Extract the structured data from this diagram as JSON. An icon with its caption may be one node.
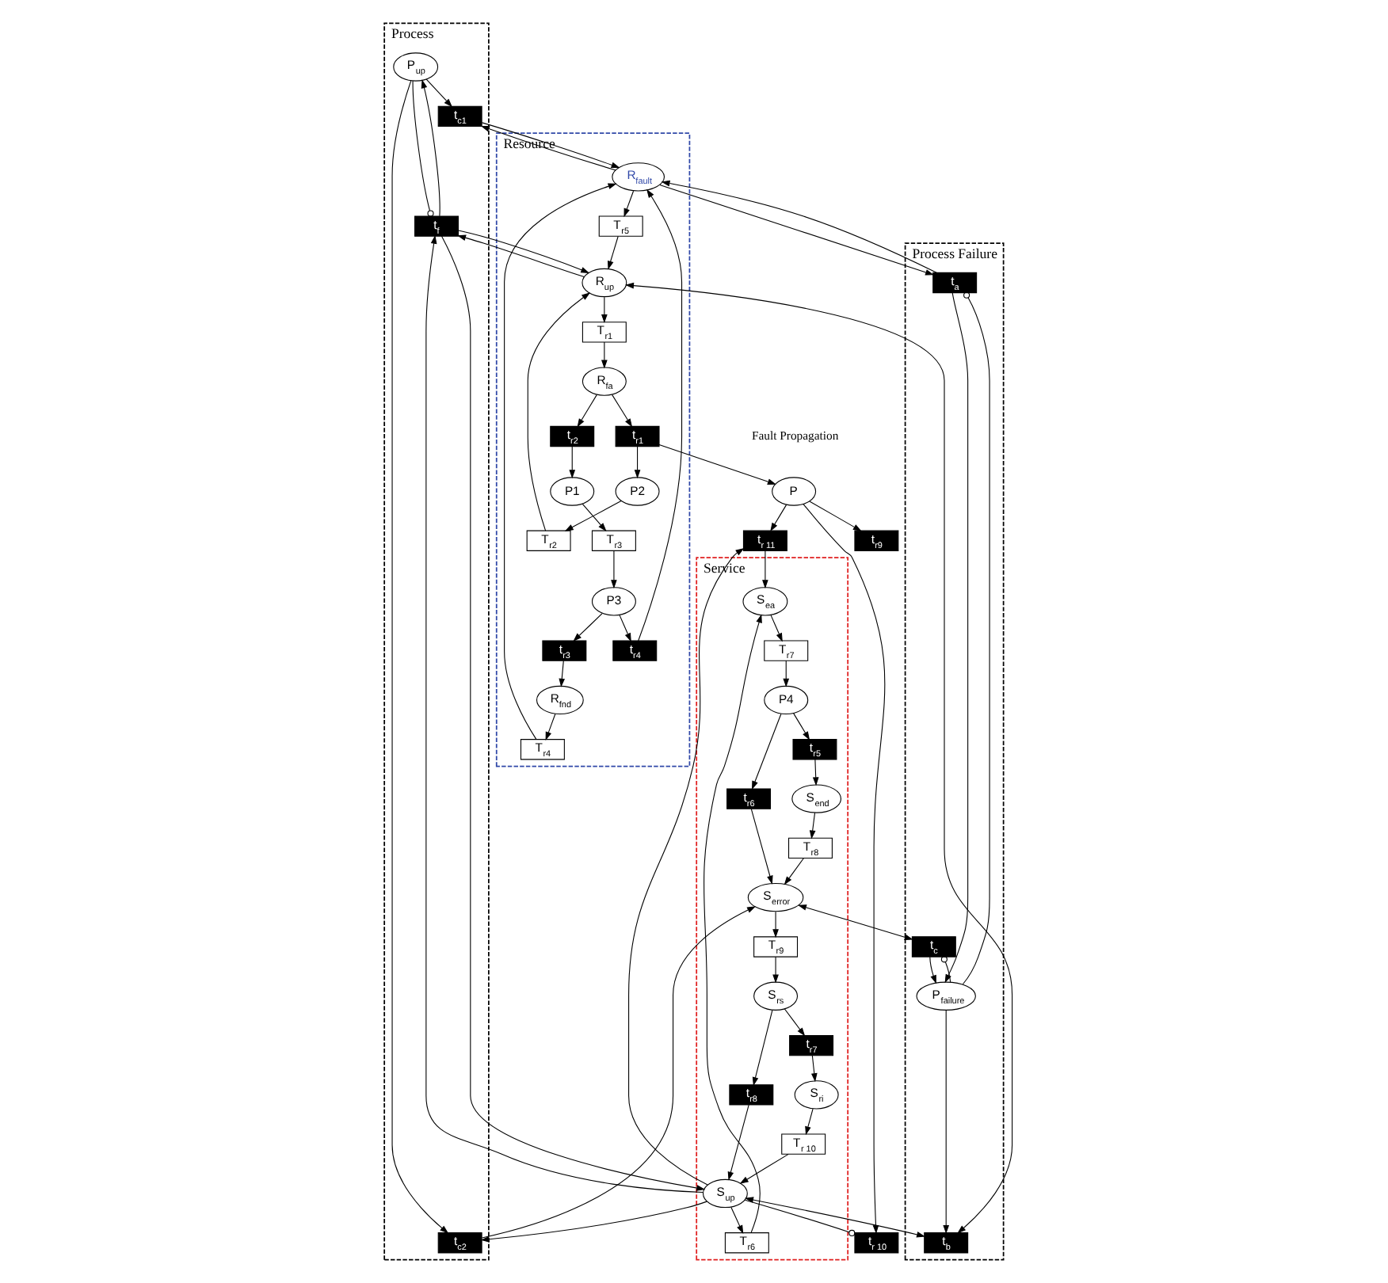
{
  "diagram": {
    "nodes": [
      {
        "text": [
          "Process"
        ]
      },
      {
        "text": [
          "P$_{up}$"
        ],
        "in": 0
      },
      {
        "text": [
          "t$_{c1}$"
        ],
        "in": 0
      },
      {
        "text": [
          "t$_{f}$"
        ],
        "in": 0
      },
      {
        "text": [
          "t$_{c2}$"
        ],
        "in": 0
      },
      {
        "text": [
          "Resource"
        ]
      },
      {
        "text": [
          "R$_{up}$"
        ],
        "in": 5
      },
      {
        "text": [
          "T$_{r1}$"
        ],
        "in": 5
      },
      {
        "text": [
          "R$_{fa}$"
        ],
        "in": 5
      },
      {
        "text": [
          "t$_{r2}$"
        ],
        "in": 5
      },
      {
        "text": [
          "t$_{r1}$"
        ],
        "in": 5
      },
      {
        "text": [
          "P1"
        ],
        "in": 5
      },
      {
        "text": [
          "P2"
        ],
        "in": 5
      },
      {
        "text": [
          "T$_{r3}$"
        ],
        "in": 5
      },
      {
        "text": [
          "T$_{r2}$"
        ],
        "in": 5
      },
      {
        "text": [
          "P3"
        ],
        "in": 5
      },
      {
        "text": [
          "t$_{r4}$"
        ],
        "in": 5
      },
      {
        "text": [
          "t$_{r3}$"
        ],
        "in": 5
      },
      {
        "text": [
          "R$_{fault}$"
        ],
        "in": 5
      },
      {
        "text": [
          "R$_{fnd}$"
        ],
        "in": 5
      },
      {
        "text": [
          "T$_{r5}$"
        ],
        "in": 5
      },
      {
        "text": [
          "T$_{r4}$"
        ],
        "in": 5
      },
      {
        "text": [
          "P"
        ]
      },
      {
        "text": [
          "t$_{r9}$"
        ]
      },
      {
        "text": [
          "t$_{r 10}$"
        ]
      },
      {
        "text": [
          "t$_{r 11}$"
        ]
      },
      {
        "text": [
          "Service"
        ]
      },
      {
        "text": [
          "S$_{up}$"
        ],
        "in": 26
      },
      {
        "text": [
          "T$_{r6}$"
        ],
        "in": 26
      },
      {
        "text": [
          "S$_{ea}$"
        ],
        "in": 26
      },
      {
        "text": [
          "T$_{r7}$"
        ],
        "in": 26
      },
      {
        "text": [
          "P4"
        ],
        "in": 26
      },
      {
        "text": [
          "t$_{r6}$"
        ],
        "in": 26
      },
      {
        "text": [
          "t$_{r5}$"
        ],
        "in": 26
      },
      {
        "text": [
          "S$_{error}$"
        ],
        "in": 26
      },
      {
        "text": [
          "S$_{end}$"
        ],
        "in": 26
      },
      {
        "text": [
          "T$_{r9}$"
        ],
        "in": 26
      },
      {
        "text": [
          "T$_{r8}$"
        ],
        "in": 26
      },
      {
        "text": [
          "S$_{rs}$"
        ],
        "in": 26
      },
      {
        "text": [
          "t$_{r8}$"
        ],
        "in": 26
      },
      {
        "text": [
          "t$_{r7}$"
        ],
        "in": 26
      },
      {
        "text": [
          "T$_{r 10}$"
        ],
        "in": 26
      },
      {
        "text": [
          "S$_{ri}$"
        ],
        "in": 26
      },
      {
        "text": [
          "Process Failure"
        ]
      },
      {
        "text": [
          "t$_{a}$"
        ],
        "in": 43
      },
      {
        "text": [
          "t$_{b}$"
        ],
        "in": 43
      },
      {
        "text": [
          "t$_{c}$"
        ],
        "in": 43
      },
      {
        "text": [
          "P$_{failure}$"
        ],
        "in": 43
      }
    ],
    "edges": [
      {
        "from": 1,
        "to": 2,
        "arrow": "to"
      },
      {
        "from": 1,
        "to": 4,
        "arrow": "to"
      },
      {
        "from": 3,
        "to": 1,
        "arrow": "to"
      },
      {
        "from": 1,
        "to": 3,
        "arrow": "other"
      },
      {
        "from": 3,
        "to": 6,
        "arrow": "to"
      },
      {
        "from": 3,
        "to": 27,
        "arrow": "to"
      },
      {
        "from": 6,
        "to": 3,
        "arrow": "to"
      },
      {
        "from": 27,
        "to": 3,
        "arrow": "to"
      },
      {
        "from": 27,
        "to": 4,
        "arrow": "to"
      },
      {
        "from": 4,
        "to": 34,
        "arrow": "to"
      },
      {
        "from": 2,
        "to": 18,
        "arrow": "to"
      },
      {
        "from": 18,
        "to": 2,
        "arrow": "to"
      },
      {
        "from": 6,
        "to": 7,
        "arrow": "to"
      },
      {
        "from": 7,
        "to": 8,
        "arrow": "to"
      },
      {
        "from": 8,
        "to": 9,
        "arrow": "to"
      },
      {
        "from": 8,
        "to": 10,
        "arrow": "to"
      },
      {
        "from": 9,
        "to": 11,
        "arrow": "to"
      },
      {
        "from": 10,
        "to": 12,
        "arrow": "to"
      },
      {
        "from": 10,
        "to": 22,
        "arrow": "to"
      },
      {
        "from": 11,
        "to": 13,
        "arrow": "to"
      },
      {
        "from": 12,
        "to": 14,
        "arrow": "to"
      },
      {
        "from": 14,
        "to": 6,
        "arrow": "to"
      },
      {
        "from": 13,
        "to": 15,
        "arrow": "to"
      },
      {
        "from": 15,
        "to": 16,
        "arrow": "to"
      },
      {
        "from": 15,
        "to": 17,
        "arrow": "to"
      },
      {
        "from": 16,
        "to": 18,
        "arrow": "to"
      },
      {
        "from": 17,
        "to": 19,
        "arrow": "to"
      },
      {
        "from": 18,
        "to": 20,
        "arrow": "to"
      },
      {
        "from": 19,
        "to": 21,
        "arrow": "to"
      },
      {
        "from": 21,
        "to": 18,
        "arrow": "to"
      },
      {
        "from": 20,
        "to": 6,
        "arrow": "to"
      },
      {
        "from": 6,
        "to": 45,
        "arrow": "both"
      },
      {
        "from": 22,
        "to": 23,
        "arrow": "to"
      },
      {
        "from": 22,
        "to": 24,
        "arrow": "to"
      },
      {
        "from": 22,
        "to": 25,
        "arrow": "to"
      },
      {
        "from": 27,
        "to": 25,
        "arrow": "to"
      },
      {
        "from": 27,
        "to": 24,
        "arrow": "other"
      },
      {
        "from": 25,
        "to": 29,
        "arrow": "to"
      },
      {
        "from": 27,
        "to": 28,
        "arrow": "to"
      },
      {
        "from": 28,
        "to": 29,
        "arrow": "to"
      },
      {
        "from": 29,
        "to": 30,
        "arrow": "to"
      },
      {
        "from": 30,
        "to": 31,
        "arrow": "to"
      },
      {
        "from": 31,
        "to": 32,
        "arrow": "to"
      },
      {
        "from": 31,
        "to": 33,
        "arrow": "to"
      },
      {
        "from": 32,
        "to": 34,
        "arrow": "to"
      },
      {
        "from": 33,
        "to": 35,
        "arrow": "to"
      },
      {
        "from": 34,
        "to": 36,
        "arrow": "to"
      },
      {
        "from": 35,
        "to": 37,
        "arrow": "to"
      },
      {
        "from": 37,
        "to": 34,
        "arrow": "to"
      },
      {
        "from": 36,
        "to": 38,
        "arrow": "to"
      },
      {
        "from": 38,
        "to": 39,
        "arrow": "to"
      },
      {
        "from": 38,
        "to": 40,
        "arrow": "to"
      },
      {
        "from": 39,
        "to": 27,
        "arrow": "to"
      },
      {
        "from": 40,
        "to": 42,
        "arrow": "to"
      },
      {
        "from": 42,
        "to": 41,
        "arrow": "to"
      },
      {
        "from": 41,
        "to": 27,
        "arrow": "to"
      },
      {
        "from": 27,
        "to": 45,
        "arrow": "both"
      },
      {
        "from": 34,
        "to": 46,
        "arrow": "both"
      },
      {
        "from": 18,
        "to": 44,
        "arrow": "to"
      },
      {
        "from": 44,
        "to": 18,
        "arrow": "to"
      },
      {
        "from": 44,
        "to": 47,
        "arrow": "to"
      },
      {
        "from": 47,
        "to": 44,
        "arrow": "other"
      },
      {
        "from": 47,
        "to": 45,
        "arrow": "to"
      },
      {
        "from": 46,
        "to": 47,
        "arrow": "to"
      },
      {
        "from": 47,
        "to": 46,
        "arrow": "other"
      }
    ],
    "labels": [
      "Fault Propagation"
    ]
  }
}
